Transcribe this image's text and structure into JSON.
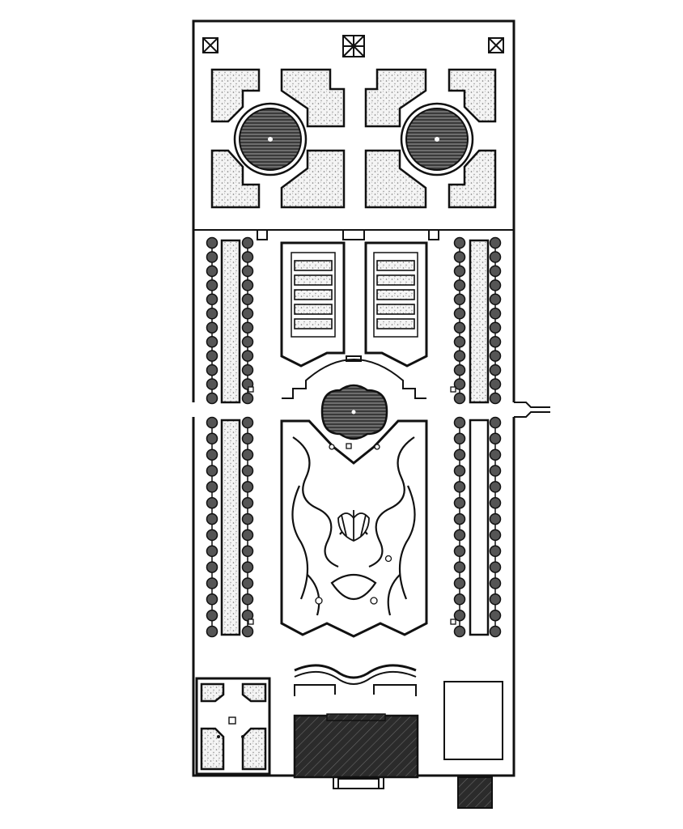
{
  "diagram": {
    "kind": "formal-garden-plan",
    "text_labels": [],
    "colors": {
      "ink": "#111111",
      "paper": "#ffffff",
      "stipple": "#9a9a9a",
      "hatch": "#222222"
    },
    "sections": {
      "parterre_top": {
        "corner_markers": 3,
        "fountains": 2,
        "beds": 8
      },
      "middle_upper": {
        "compartments": 2,
        "slats_per_compartment": 5
      },
      "center": {
        "fountain_shape": "quatrefoil"
      },
      "lower_broderie": {
        "panels": 1
      },
      "tree_rows": {
        "rows": 8,
        "trees_per_row_upper": 12,
        "trees_per_row_lower": 14
      },
      "bottom": {
        "cross_garden": 1,
        "building_hatched": 1,
        "empty_plot": 1
      }
    }
  }
}
